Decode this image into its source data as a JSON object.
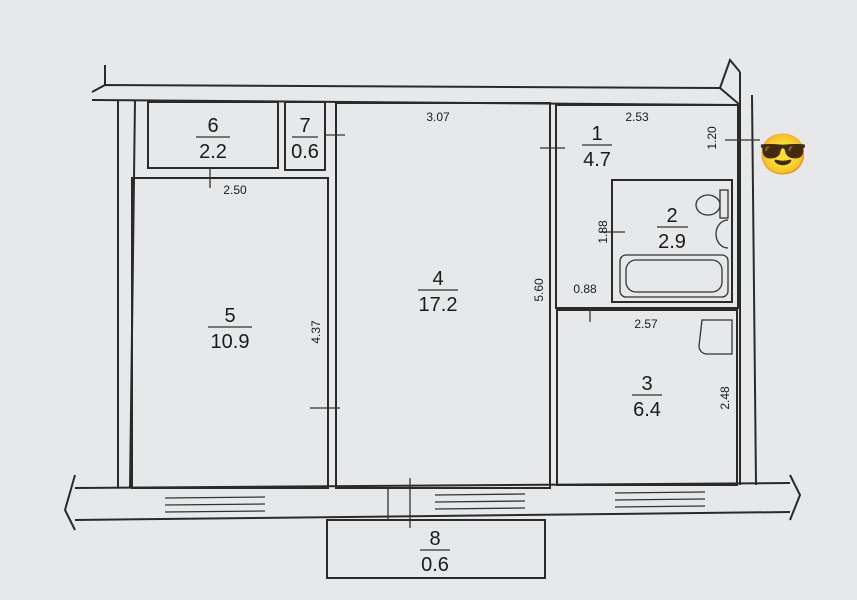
{
  "rooms": [
    {
      "id": "6",
      "area": "2.2"
    },
    {
      "id": "7",
      "area": "0.6"
    },
    {
      "id": "1",
      "area": "4.7"
    },
    {
      "id": "2",
      "area": "2.9"
    },
    {
      "id": "5",
      "area": "10.9"
    },
    {
      "id": "4",
      "area": "17.2"
    },
    {
      "id": "3",
      "area": "6.4"
    },
    {
      "id": "8",
      "area": "0.6"
    }
  ],
  "dimensions": {
    "room4_width": "3.07",
    "room1_width": "2.53",
    "room1_depth": "1.20",
    "room5_width": "2.50",
    "room2_depth": "1.88",
    "corridor_width": "0.88",
    "room3_width": "2.57",
    "room4_depth": "5.60",
    "room5_depth": "4.37",
    "room3_depth": "2.48"
  },
  "emoji": "😎"
}
